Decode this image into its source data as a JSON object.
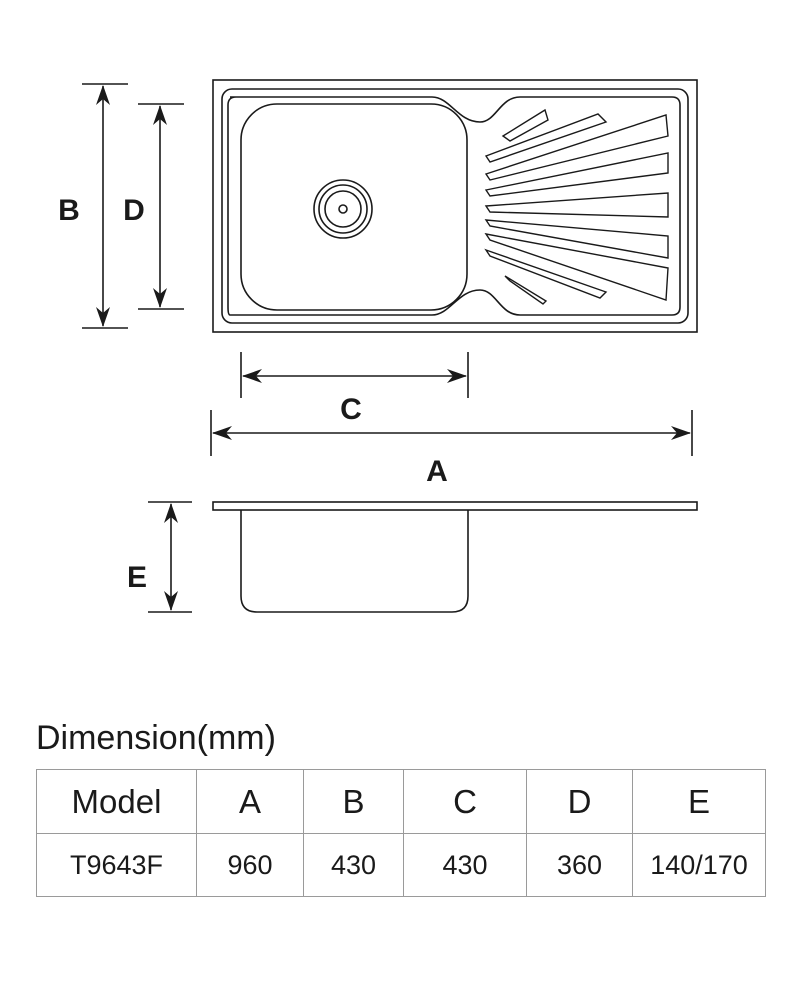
{
  "drawing": {
    "labels": {
      "A": "A",
      "B": "B",
      "C": "C",
      "D": "D",
      "E": "E"
    }
  },
  "dimension_table": {
    "title": "Dimension(mm)",
    "headers": [
      "Model",
      "A",
      "B",
      "C",
      "D",
      "E"
    ],
    "rows": [
      [
        "T9643F",
        "960",
        "430",
        "430",
        "360",
        "140/170"
      ]
    ]
  }
}
